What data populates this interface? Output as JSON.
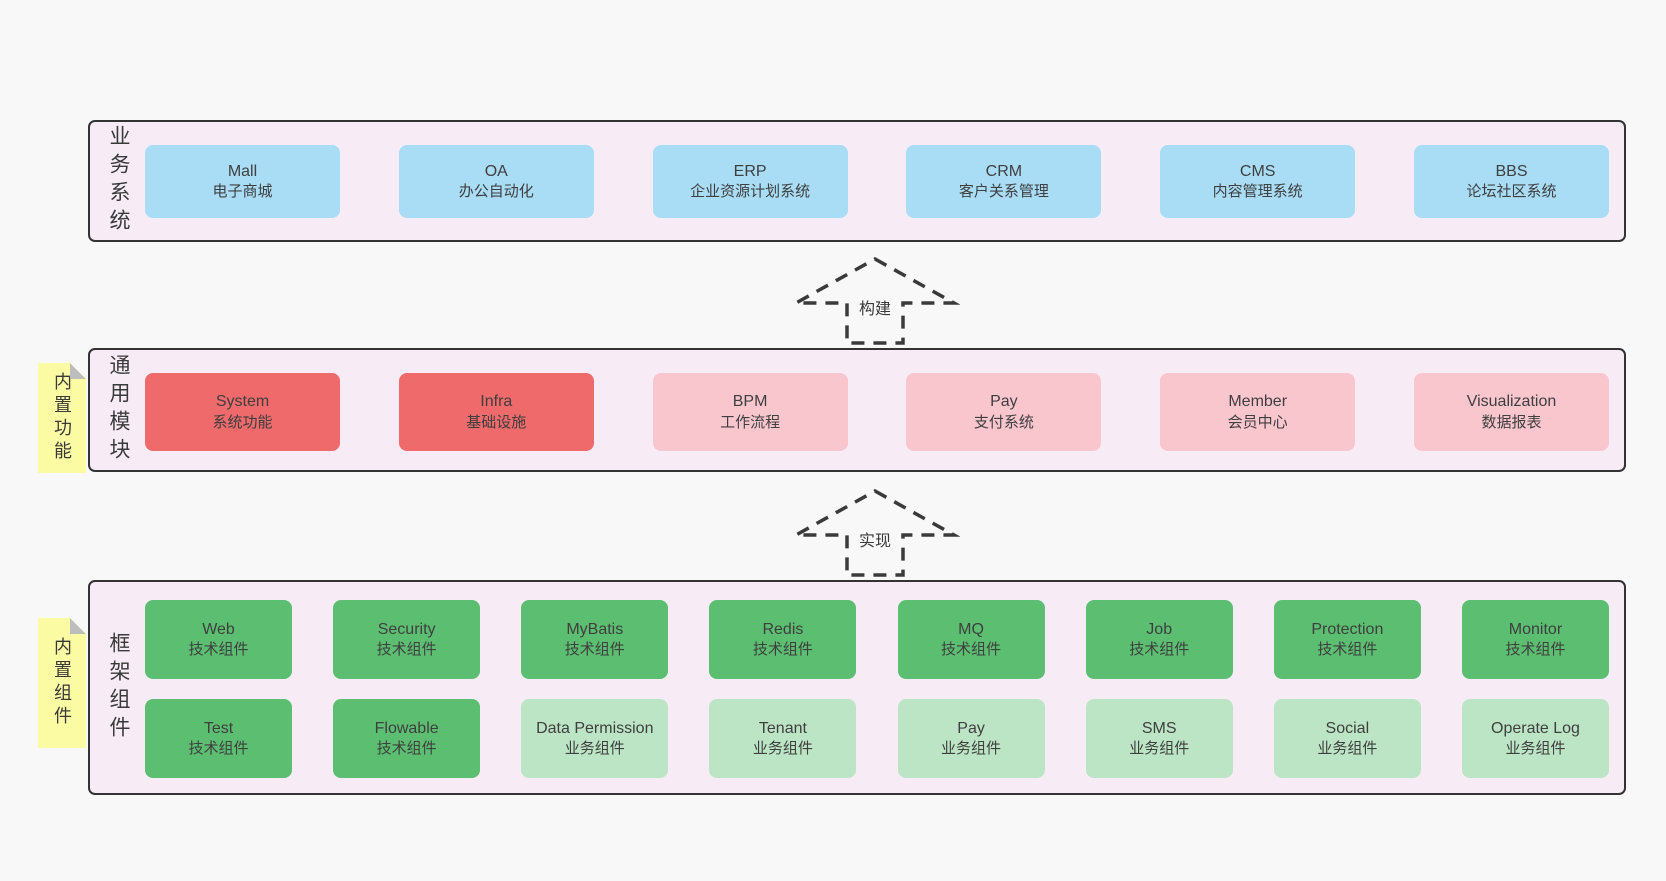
{
  "colors": {
    "page_bg": "#f8f8f8",
    "band_fill": "#f7ecf6",
    "band_border": "#333333",
    "blue": "#a9dcf5",
    "red": "#ee6a6b",
    "pink": "#f9c6ce",
    "green": "#5cbe71",
    "lightgreen": "#bce5c5",
    "sticky_yellow": "#fbfba4",
    "sticky_fold": "#bdbdbd",
    "text": "#3f3f3f"
  },
  "arrows": [
    {
      "label": "构建"
    },
    {
      "label": "实现"
    }
  ],
  "bands": [
    {
      "label": "业务系统",
      "boxes": [
        {
          "title": "Mall",
          "subtitle": "电子商城",
          "variant": "blue"
        },
        {
          "title": "OA",
          "subtitle": "办公自动化",
          "variant": "blue"
        },
        {
          "title": "ERP",
          "subtitle": "企业资源计划系统",
          "variant": "blue"
        },
        {
          "title": "CRM",
          "subtitle": "客户关系管理",
          "variant": "blue"
        },
        {
          "title": "CMS",
          "subtitle": "内容管理系统",
          "variant": "blue"
        },
        {
          "title": "BBS",
          "subtitle": "论坛社区系统",
          "variant": "blue"
        }
      ]
    },
    {
      "label": "通用模块",
      "sticky": "内置功能",
      "boxes": [
        {
          "title": "System",
          "subtitle": "系统功能",
          "variant": "red"
        },
        {
          "title": "Infra",
          "subtitle": "基础设施",
          "variant": "red"
        },
        {
          "title": "BPM",
          "subtitle": "工作流程",
          "variant": "pink"
        },
        {
          "title": "Pay",
          "subtitle": "支付系统",
          "variant": "pink"
        },
        {
          "title": "Member",
          "subtitle": "会员中心",
          "variant": "pink"
        },
        {
          "title": "Visualization",
          "subtitle": "数据报表",
          "variant": "pink"
        }
      ]
    },
    {
      "label": "框架组件",
      "sticky": "内置组件",
      "rows": [
        [
          {
            "title": "Web",
            "subtitle": "技术组件",
            "variant": "green"
          },
          {
            "title": "Security",
            "subtitle": "技术组件",
            "variant": "green"
          },
          {
            "title": "MyBatis",
            "subtitle": "技术组件",
            "variant": "green"
          },
          {
            "title": "Redis",
            "subtitle": "技术组件",
            "variant": "green"
          },
          {
            "title": "MQ",
            "subtitle": "技术组件",
            "variant": "green"
          },
          {
            "title": "Job",
            "subtitle": "技术组件",
            "variant": "green"
          },
          {
            "title": "Protection",
            "subtitle": "技术组件",
            "variant": "green"
          },
          {
            "title": "Monitor",
            "subtitle": "技术组件",
            "variant": "green"
          }
        ],
        [
          {
            "title": "Test",
            "subtitle": "技术组件",
            "variant": "green"
          },
          {
            "title": "Flowable",
            "subtitle": "技术组件",
            "variant": "green"
          },
          {
            "title": "Data Permission",
            "subtitle": "业务组件",
            "variant": "lightgreen"
          },
          {
            "title": "Tenant",
            "subtitle": "业务组件",
            "variant": "lightgreen"
          },
          {
            "title": "Pay",
            "subtitle": "业务组件",
            "variant": "lightgreen"
          },
          {
            "title": "SMS",
            "subtitle": "业务组件",
            "variant": "lightgreen"
          },
          {
            "title": "Social",
            "subtitle": "业务组件",
            "variant": "lightgreen"
          },
          {
            "title": "Operate Log",
            "subtitle": "业务组件",
            "variant": "lightgreen"
          }
        ]
      ]
    }
  ]
}
